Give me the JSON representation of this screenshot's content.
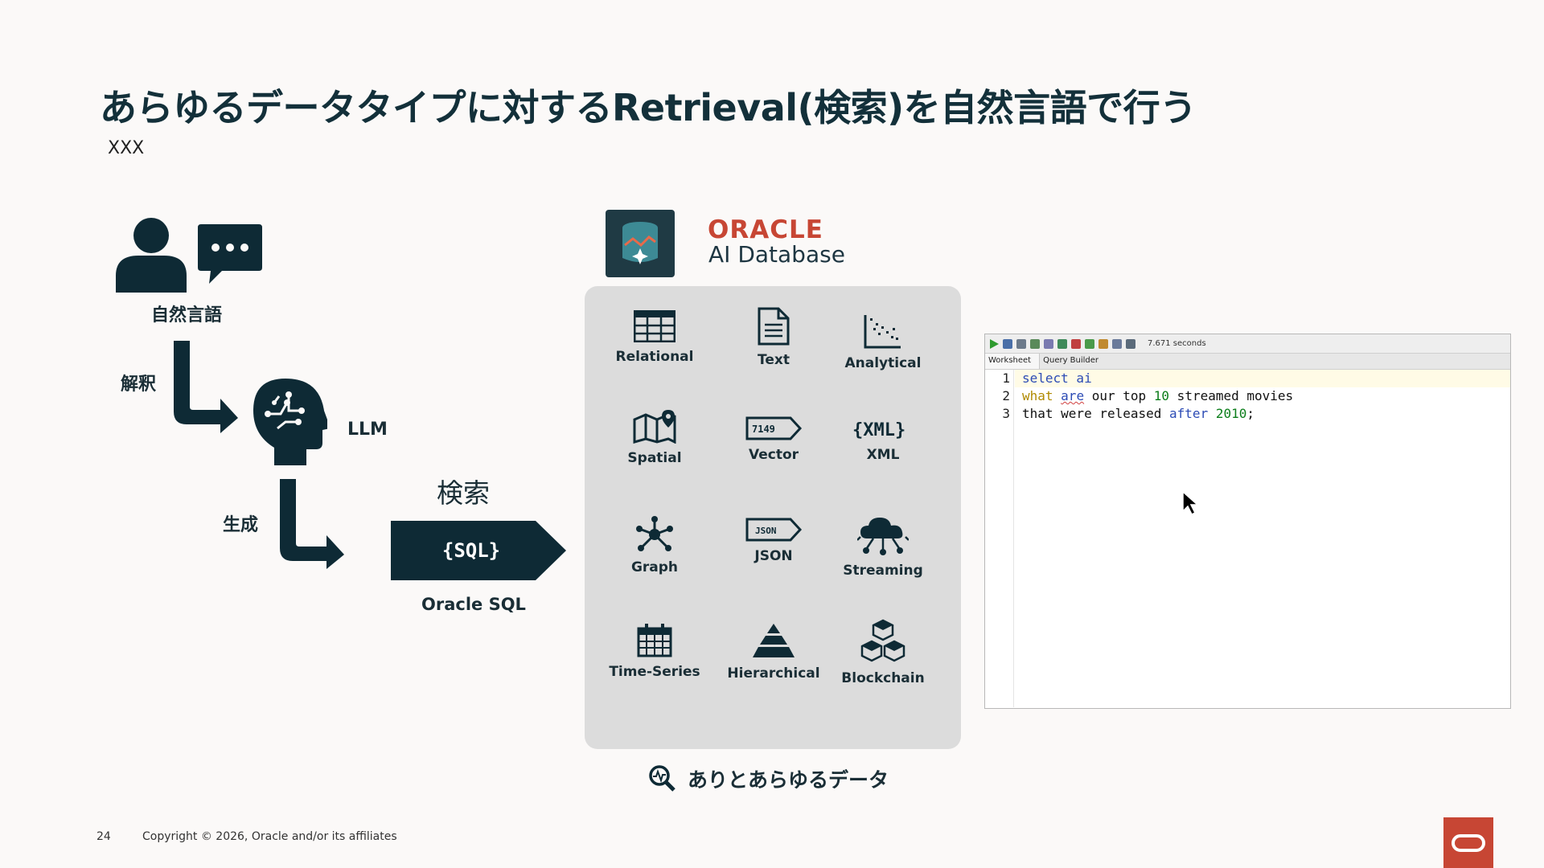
{
  "slide": {
    "title": "あらゆるデータタイプに対するRetrieval(検索)を自然言語で行う",
    "subtitle": "XXX",
    "page_number": "24",
    "copyright": "Copyright © 2026, Oracle and/or its affiliates"
  },
  "flow": {
    "natural_language_label": "自然言語",
    "interpret_label": "解釈",
    "llm_label": "LLM",
    "generate_label": "生成",
    "search_label": "検索",
    "sql_label": "{SQL}",
    "oracle_sql_label": "Oracle SQL"
  },
  "brand": {
    "name": "ORACLE",
    "product": "AI Database",
    "accent_color": "#c74634",
    "dark_color": "#0e2a35"
  },
  "data_types": [
    {
      "label": "Relational",
      "icon": "table-grid-icon"
    },
    {
      "label": "Text",
      "icon": "document-icon"
    },
    {
      "label": "Analytical",
      "icon": "scatter-plot-icon"
    },
    {
      "label": "Spatial",
      "icon": "map-pin-icon"
    },
    {
      "label": "Vector",
      "icon": "vector-tag-icon"
    },
    {
      "label": "XML",
      "icon": "xml-braces-icon"
    },
    {
      "label": "Graph",
      "icon": "graph-nodes-icon"
    },
    {
      "label": "JSON",
      "icon": "json-tag-icon"
    },
    {
      "label": "Streaming",
      "icon": "cloud-stream-icon"
    },
    {
      "label": "Time-Series",
      "icon": "calendar-icon"
    },
    {
      "label": "Hierarchical",
      "icon": "pyramid-icon"
    },
    {
      "label": "Blockchain",
      "icon": "blocks-icon"
    }
  ],
  "vector_tag_text": "7149",
  "json_tag_text": "JSON",
  "xml_text": "{XML}",
  "all_data_label": "ありとあらゆるデータ",
  "worksheet": {
    "elapsed": "7.671 seconds",
    "tabs": [
      "Worksheet",
      "Query Builder"
    ],
    "line_numbers": [
      "1",
      "2",
      "3"
    ],
    "line1": {
      "a": "select ai"
    },
    "line2": {
      "w1": "what",
      "w2": "are",
      "rest": " our top ",
      "num": "10",
      "tail": " streamed movies"
    },
    "line3": {
      "a": "that were released ",
      "kw": "after",
      "sp": " ",
      "num": "2010",
      "end": ";"
    }
  }
}
